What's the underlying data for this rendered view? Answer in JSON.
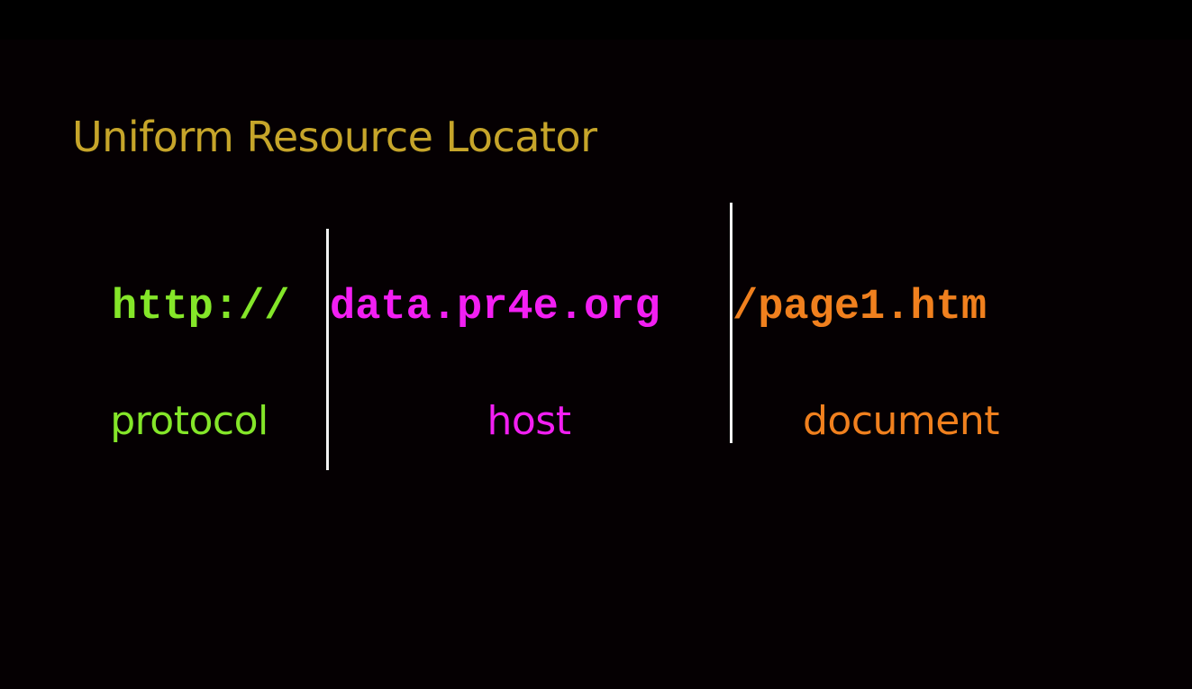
{
  "title": {
    "text": "Uniform Resource Locator",
    "color": "#c6a52a"
  },
  "url": {
    "protocol": "http://",
    "host": "data.pr4e.org",
    "document": "/page1.htm"
  },
  "labels": {
    "protocol": "protocol",
    "host": "host",
    "document": "document"
  },
  "colors": {
    "protocol": "#84e629",
    "host": "#f21ff2",
    "document": "#f0801e",
    "divider": "#f2f2f2",
    "background": "#050002"
  }
}
